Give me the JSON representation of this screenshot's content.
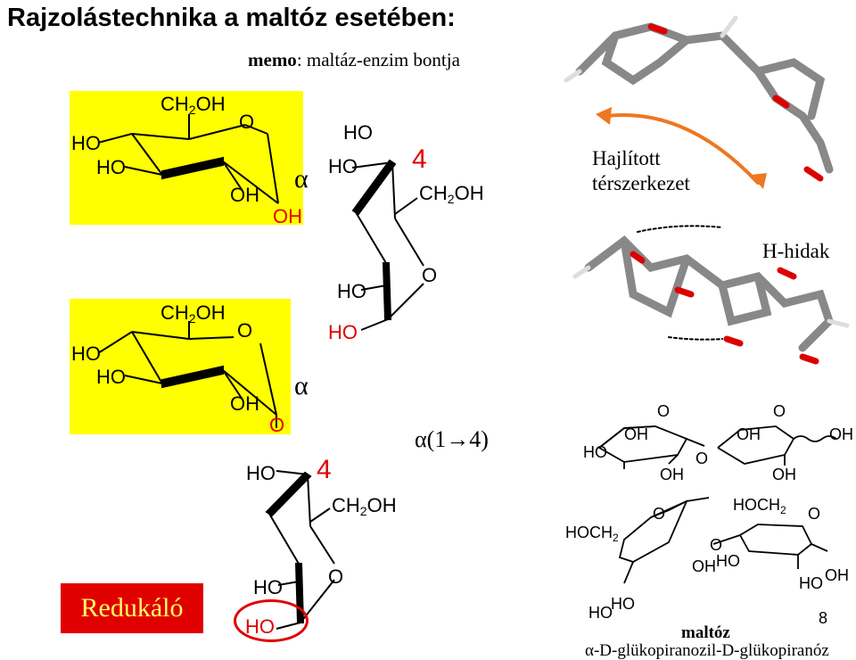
{
  "title": "Rajzolástechnika a maltóz esetében:",
  "memo": {
    "bold": "memo",
    "rest": ": maltáz-enzim bontja"
  },
  "labels": {
    "ch2oh": "CH",
    "sub2": "2",
    "oh_tail": "OH",
    "ho": "HO",
    "oh": "OH",
    "o": "O",
    "alpha": "α",
    "four": "4",
    "linkage": "α(1→4)"
  },
  "right": {
    "bent": "Hajlított",
    "struct": "térszerkezet",
    "hbonds": "H-hidak",
    "hoch": "HOCH",
    "ho_ch": "HOCH",
    "ox": "OH",
    "name": "maltóz",
    "full": "α-D-glükopiranozil-D-glükopiranóz",
    "page": "8"
  },
  "reducing": "Redukáló",
  "colors": {
    "yellow": "#ffff00",
    "red": "#e00000",
    "orange": "#ee7722"
  }
}
